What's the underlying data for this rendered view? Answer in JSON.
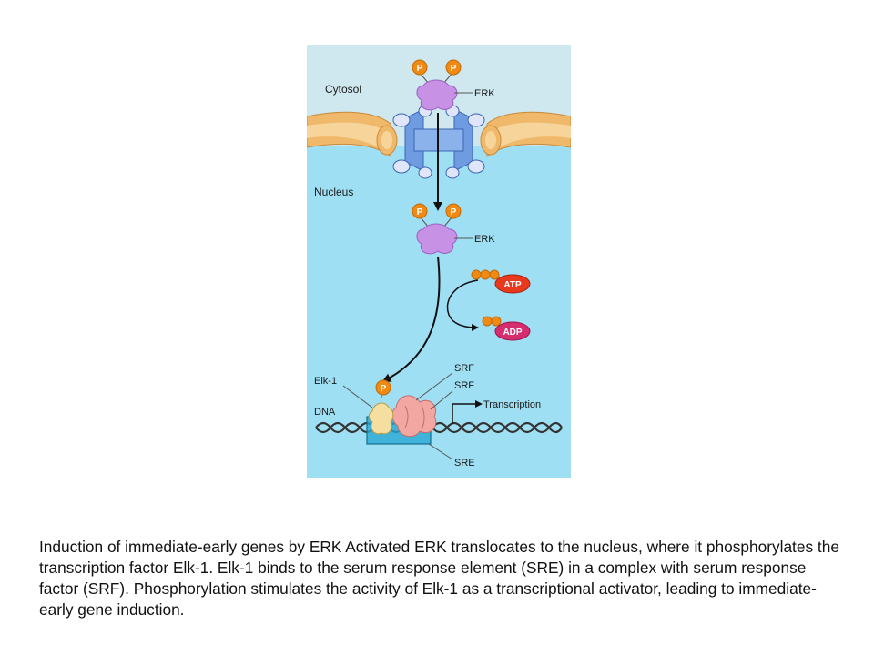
{
  "diagram": {
    "compartments": {
      "cytosol": "Cytosol",
      "nucleus": "Nucleus"
    },
    "labels": {
      "erk_top": "ERK",
      "erk_nucleus": "ERK",
      "atp": "ATP",
      "adp": "ADP",
      "elk1": "Elk-1",
      "srf_1": "SRF",
      "srf_2": "SRF",
      "dna": "DNA",
      "transcription": "Transcription",
      "sre": "SRE",
      "phosphate": "P"
    },
    "colors": {
      "cytosol_bg": "#cfe7ee",
      "nucleus_bg": "#9fdff4",
      "membrane": "#f0b86a",
      "pore": "#6f9be0",
      "erk": "#c792e6",
      "phosphate": "#f08a14",
      "atp": "#e8391f",
      "adp": "#d52d6e",
      "elk1": "#f4dea0",
      "srf": "#f3a7a3",
      "sre_box": "#27a7d2"
    }
  },
  "caption": {
    "text": "Induction of immediate-early genes by ERK Activated ERK translocates to the nucleus, where it phosphorylates the transcription factor Elk-1. Elk-1 binds to the serum response element (SRE) in a complex with serum response factor (SRF). Phosphorylation stimulates the activity of Elk-1 as a transcriptional activator, leading to immediate-early gene induction."
  }
}
